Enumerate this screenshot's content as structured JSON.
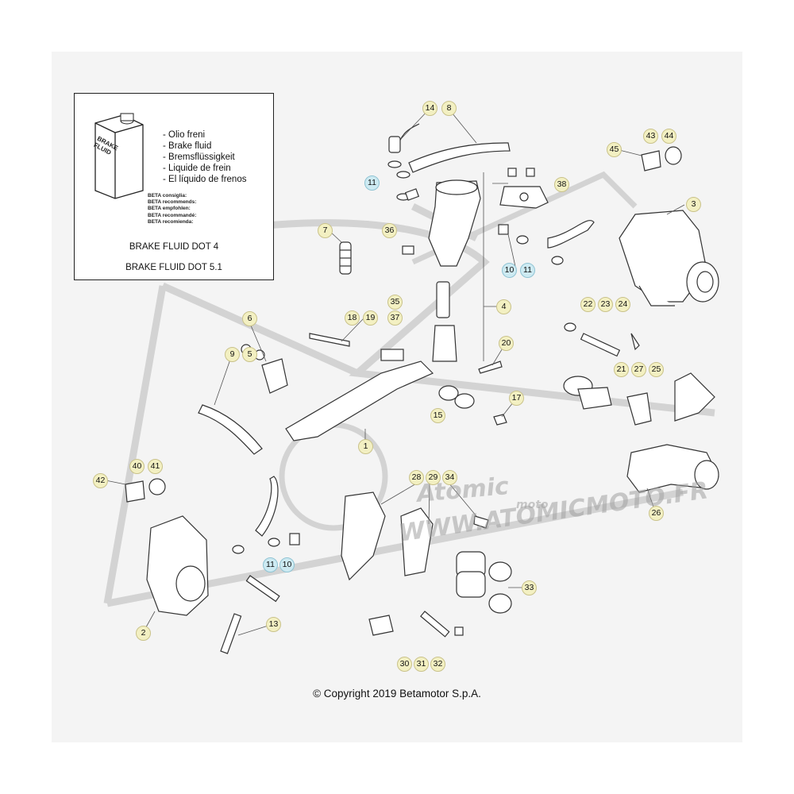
{
  "fluid_box": {
    "can_label": "BRAKE\nFLUID",
    "fluid_names": [
      "- Olio freni",
      "- Brake fluid",
      "- Bremsflüssigkeit",
      "- Liquide de frein",
      "- El líquido de frenos"
    ],
    "recommends": [
      "BETA consiglia:",
      "BETA recommends:",
      "BETA empfohlen:",
      "BETA recommandé:",
      "BETA recomienda:"
    ],
    "dot4": "BRAKE FLUID DOT 4",
    "dot51": "BRAKE FLUID DOT 5.1"
  },
  "watermark": {
    "brand": "Atomic",
    "brand_sub": "moto",
    "url": "WWW.ATOMICMOTO.FR"
  },
  "copyright": "© Copyright 2019 Betamotor S.p.A.",
  "callouts": [
    {
      "label": "14",
      "kind": "part"
    },
    {
      "label": "8",
      "kind": "part"
    },
    {
      "label": "11",
      "kind": "washer"
    },
    {
      "label": "38",
      "kind": "part"
    },
    {
      "label": "43",
      "kind": "part"
    },
    {
      "label": "44",
      "kind": "part"
    },
    {
      "label": "45",
      "kind": "part"
    },
    {
      "label": "3",
      "kind": "part"
    },
    {
      "label": "7",
      "kind": "part"
    },
    {
      "label": "36",
      "kind": "part"
    },
    {
      "label": "10",
      "kind": "washer"
    },
    {
      "label": "11",
      "kind": "washer"
    },
    {
      "label": "35",
      "kind": "part"
    },
    {
      "label": "4",
      "kind": "part"
    },
    {
      "label": "6",
      "kind": "part"
    },
    {
      "label": "18",
      "kind": "part"
    },
    {
      "label": "19",
      "kind": "part"
    },
    {
      "label": "37",
      "kind": "part"
    },
    {
      "label": "22",
      "kind": "part"
    },
    {
      "label": "23",
      "kind": "part"
    },
    {
      "label": "24",
      "kind": "part"
    },
    {
      "label": "9",
      "kind": "part"
    },
    {
      "label": "5",
      "kind": "part"
    },
    {
      "label": "20",
      "kind": "part"
    },
    {
      "label": "21",
      "kind": "part"
    },
    {
      "label": "27",
      "kind": "part"
    },
    {
      "label": "25",
      "kind": "part"
    },
    {
      "label": "17",
      "kind": "part"
    },
    {
      "label": "15",
      "kind": "part"
    },
    {
      "label": "1",
      "kind": "part"
    },
    {
      "label": "40",
      "kind": "part"
    },
    {
      "label": "41",
      "kind": "part"
    },
    {
      "label": "42",
      "kind": "part"
    },
    {
      "label": "28",
      "kind": "part"
    },
    {
      "label": "29",
      "kind": "part"
    },
    {
      "label": "34",
      "kind": "part"
    },
    {
      "label": "26",
      "kind": "part"
    },
    {
      "label": "11",
      "kind": "washer"
    },
    {
      "label": "10",
      "kind": "washer"
    },
    {
      "label": "33",
      "kind": "part"
    },
    {
      "label": "13",
      "kind": "part"
    },
    {
      "label": "2",
      "kind": "part"
    },
    {
      "label": "30",
      "kind": "part"
    },
    {
      "label": "31",
      "kind": "part"
    },
    {
      "label": "32",
      "kind": "part"
    }
  ],
  "colors": {
    "callout_fill": "#f3f0c2",
    "washer_fill": "#cdeaf2",
    "line": "#333333",
    "watermark": "#bdbdbd"
  }
}
